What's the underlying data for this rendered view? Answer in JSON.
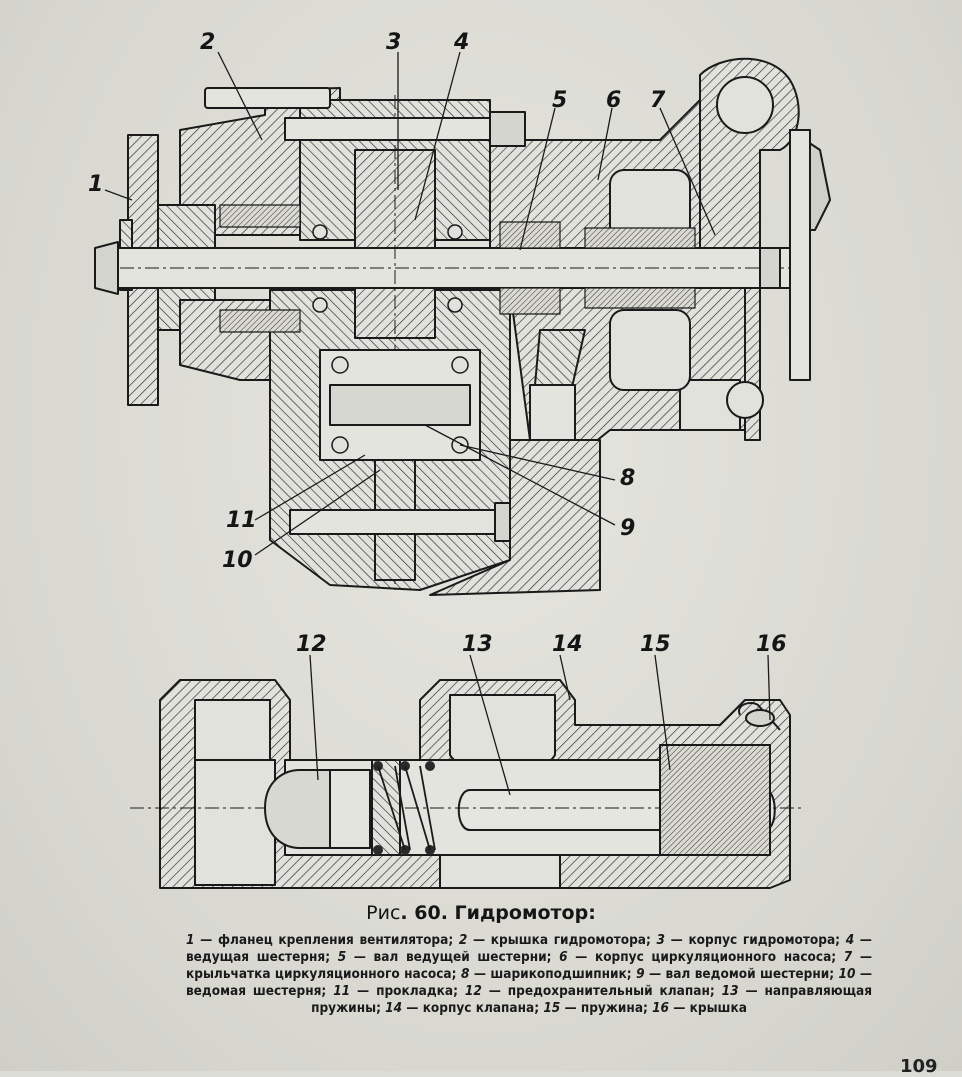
{
  "figure": {
    "callouts": [
      "1",
      "2",
      "3",
      "4",
      "5",
      "6",
      "7",
      "8",
      "9",
      "10",
      "11",
      "12",
      "13",
      "14",
      "15",
      "16"
    ]
  },
  "caption": {
    "prefix": "Рис",
    "number": ". 60.",
    "title": "Гидромотор:"
  },
  "legend": [
    {
      "num": "1",
      "text": "фланец крепления вентилятора"
    },
    {
      "num": "2",
      "text": "крышка гидромотора"
    },
    {
      "num": "3",
      "text": "корпус гидромотора"
    },
    {
      "num": "4",
      "text": "ведущая шестерня"
    },
    {
      "num": "5",
      "text": "вал ведущей шестерни"
    },
    {
      "num": "6",
      "text": "корпус циркуляционного насоса"
    },
    {
      "num": "7",
      "text": "крыльчатка циркуляционного насоса"
    },
    {
      "num": "8",
      "text": "шарикоподшипник"
    },
    {
      "num": "9",
      "text": "вал ведомой шестерни"
    },
    {
      "num": "10",
      "text": "ведомая шестерня"
    },
    {
      "num": "11",
      "text": "прокладка"
    },
    {
      "num": "12",
      "text": "предохранительный клапан"
    },
    {
      "num": "13",
      "text": "направляющая пружины"
    },
    {
      "num": "14",
      "text": "корпус клапана"
    },
    {
      "num": "15",
      "text": "пружина"
    },
    {
      "num": "16",
      "text": "крышка"
    }
  ],
  "page_number": "109"
}
